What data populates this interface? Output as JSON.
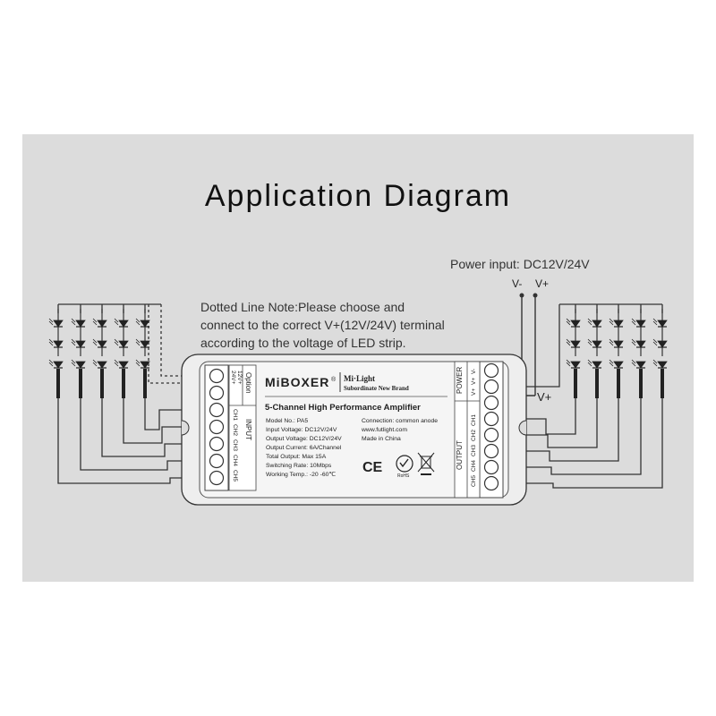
{
  "title": "Application Diagram",
  "power_input": "Power input: DC12V/24V",
  "v_minus": "V-",
  "v_plus": "V+",
  "v_plus_side": "V+",
  "note_lines": [
    "Dotted Line Note:Please choose and",
    "connect to the correct V+(12V/24V) terminal",
    "according to the voltage of LED strip."
  ],
  "device": {
    "brand": "MiBOXER",
    "reg": "®",
    "sub_brand": "Mi·Light",
    "sub_brand_tagline": "Subordinate New Brand",
    "product_title": "5-Channel High Performance Amplifier",
    "specs": [
      "Model No.: PA5",
      "Input Voltage: DC12V/24V",
      "Output Voltage: DC12V/24V",
      "Output Current: 6A/Channel",
      "Total Output: Max 15A",
      "Switching Rate: 10Mbps",
      "Working Temp.: -20 -60℃"
    ],
    "info": [
      "Connection: common anode",
      "www.futlight.com",
      "Made in China"
    ],
    "ce_mark": "CE",
    "rohs_mark": "RoHS",
    "input_label": "INPUT",
    "option_label": "Option",
    "input_terminals": [
      "24V+",
      "12V+",
      "CH1",
      "CH2",
      "CH3",
      "CH4",
      "CH5"
    ],
    "power_label": "POWER",
    "output_label": "OUTPUT",
    "output_terminals": [
      "V-",
      "V+",
      "V+",
      "CH1",
      "CH2",
      "CH3",
      "CH4",
      "CH5"
    ]
  }
}
